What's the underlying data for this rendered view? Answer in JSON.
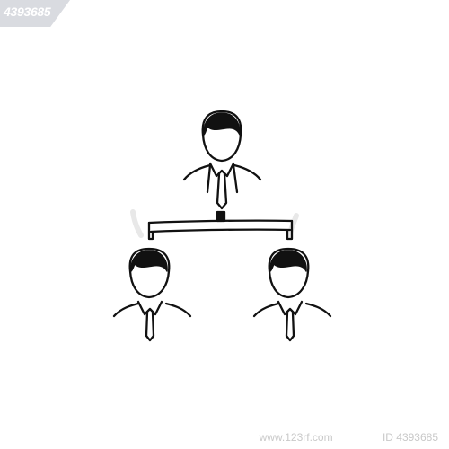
{
  "watermark": {
    "top_left_text": "4393685",
    "bottom_site": "www.123rf.com",
    "bottom_id": "ID 4393685"
  },
  "illustration": {
    "subject": "hierarchy-chart-icon",
    "people_count": 3,
    "ink_color": "#111111",
    "watermark_color": "#c9c9c9"
  }
}
